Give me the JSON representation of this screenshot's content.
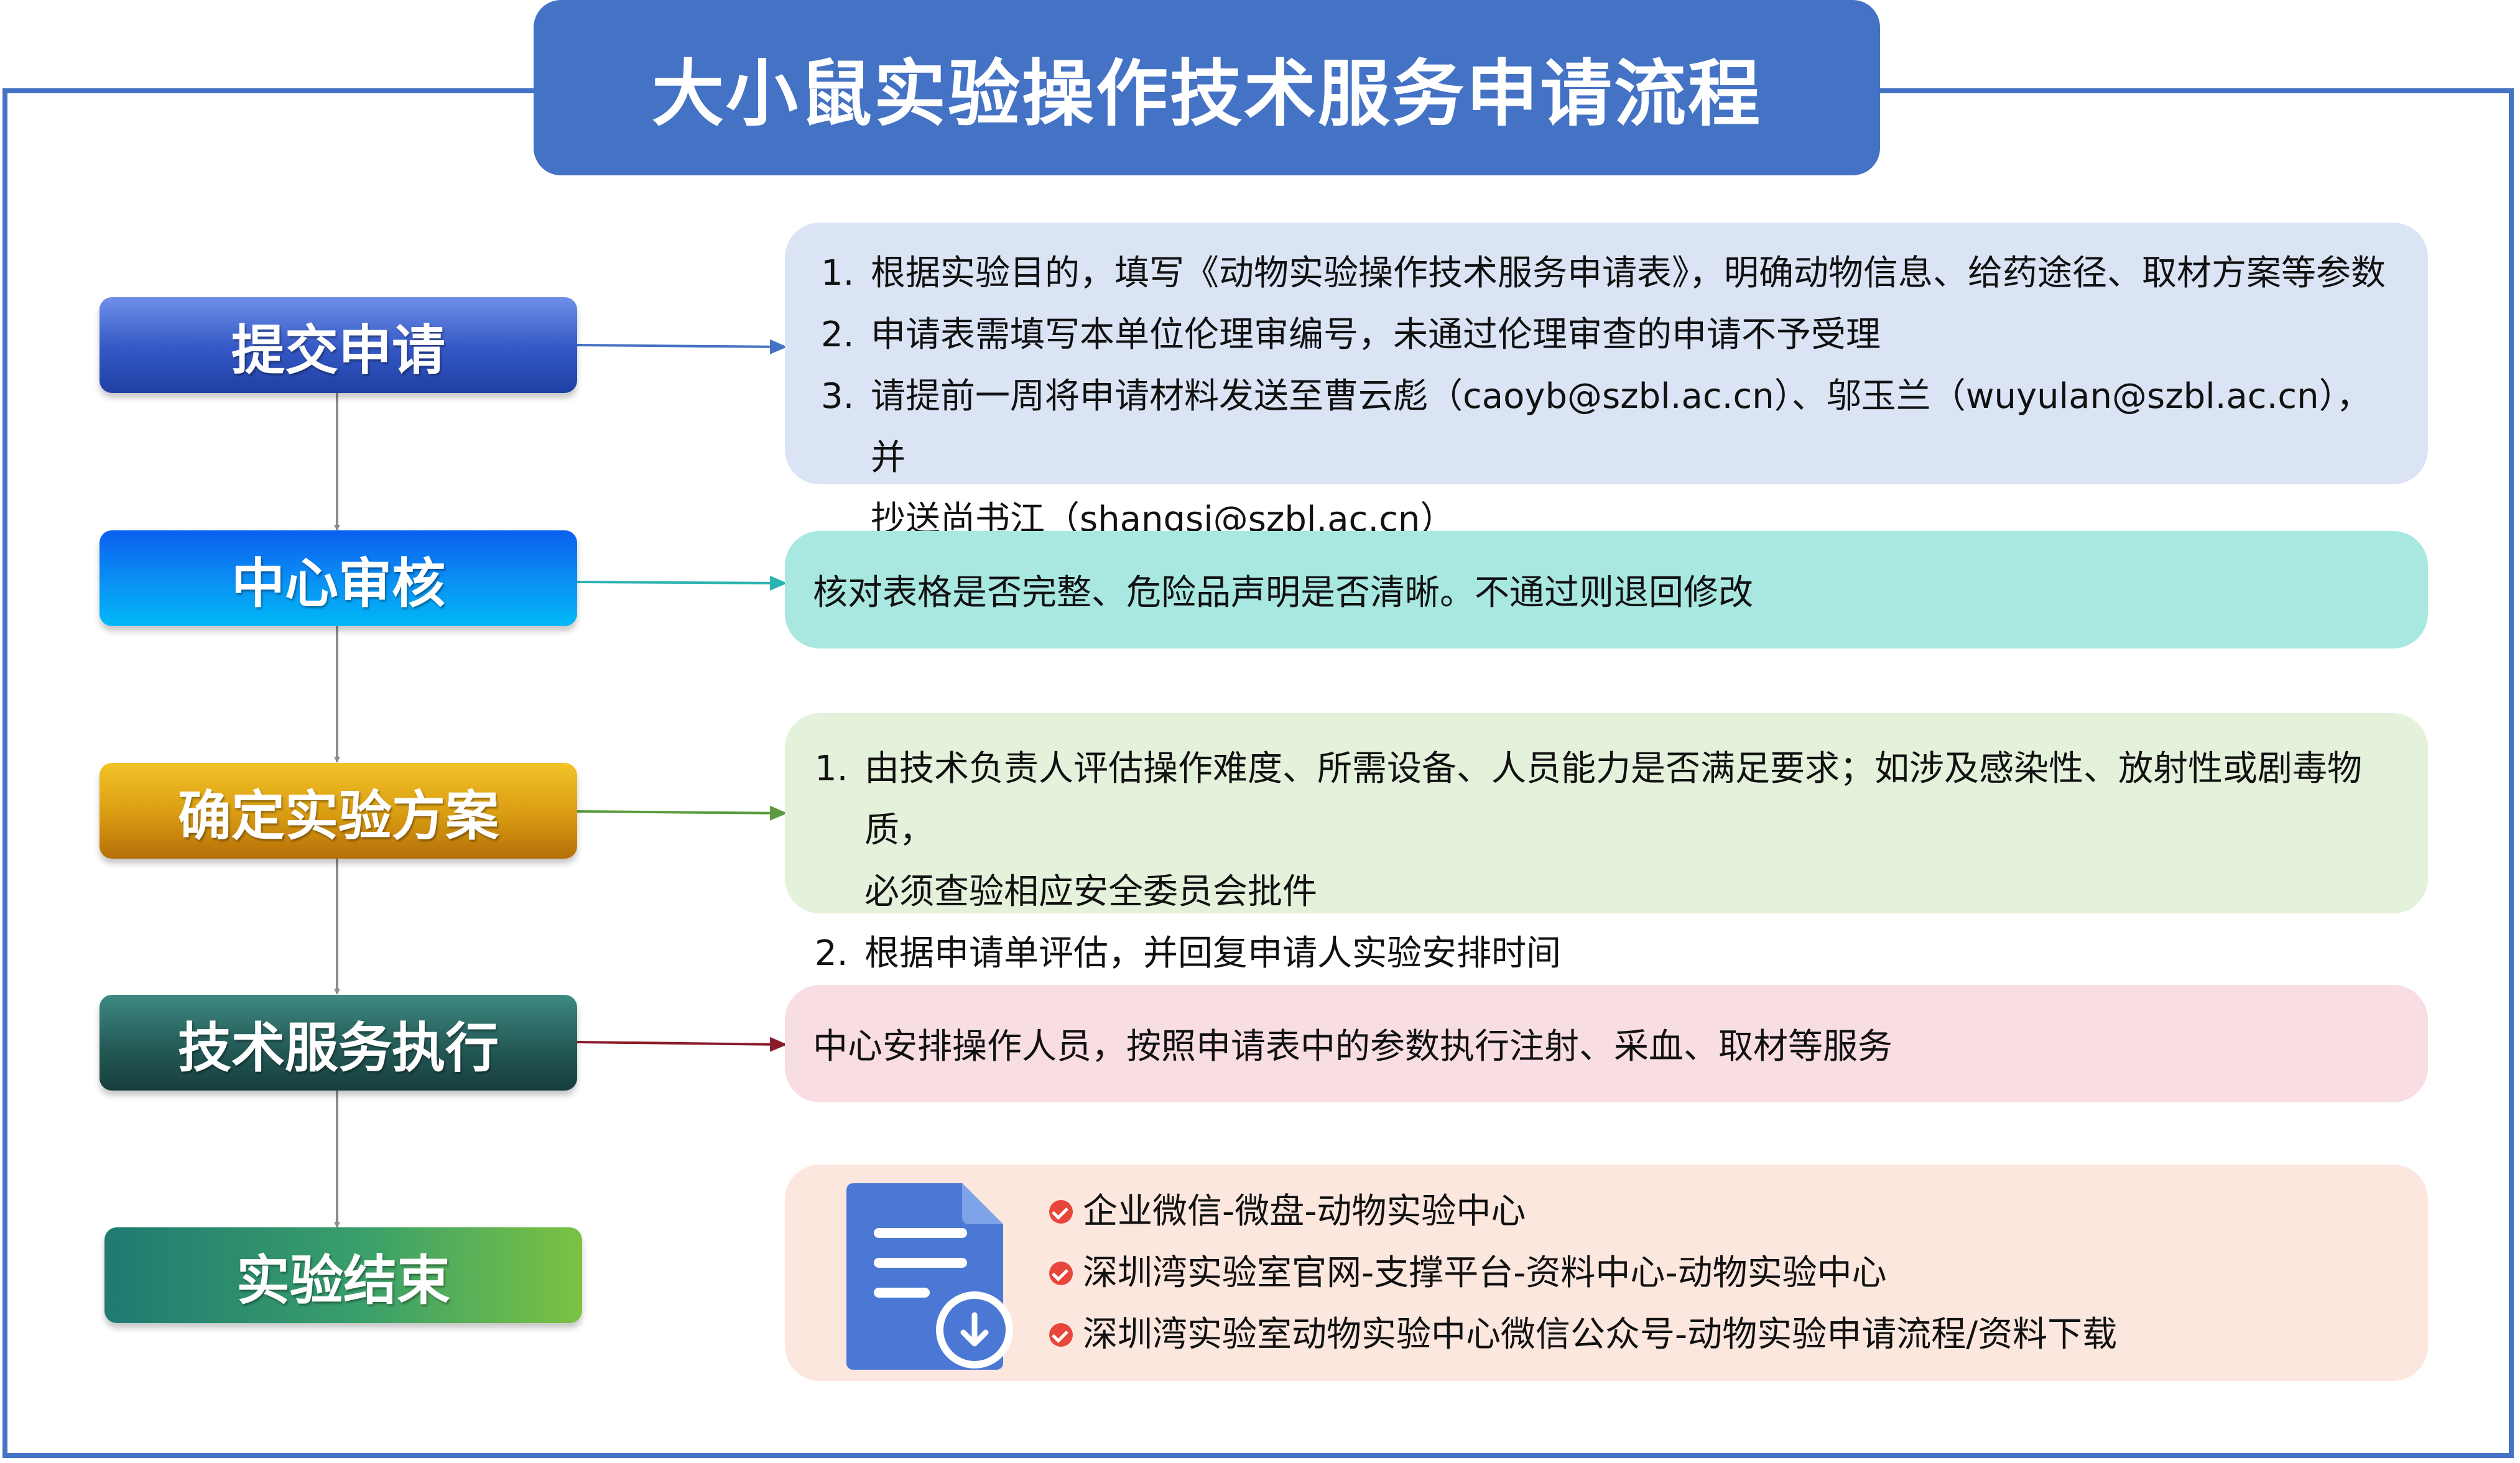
{
  "title": "大小鼠实验操作技术服务申请流程",
  "steps": [
    {
      "label": "提交申请"
    },
    {
      "label": "中心审核"
    },
    {
      "label": "确定实验方案"
    },
    {
      "label": "技术服务执行"
    },
    {
      "label": "实验结束"
    }
  ],
  "panel1": {
    "items": [
      {
        "num": "1.",
        "text": "根据实验目的，填写《动物实验操作技术服务申请表》，明确动物信息、给药途径、取材方案等参数"
      },
      {
        "num": "2.",
        "text": "申请表需填写本单位伦理审编号，未通过伦理审查的申请不予受理"
      },
      {
        "num": "3.",
        "text": "请提前一周将申请材料发送至曹云彪（caoyb@szbl.ac.cn）、邬玉兰（wuyulan@szbl.ac.cn），并"
      }
    ],
    "item3_cont": "抄送尚书江（shangsj@szbl.ac.cn）"
  },
  "panel2": {
    "text": "核对表格是否完整、危险品声明是否清晰。不通过则退回修改"
  },
  "panel3": {
    "item1": "由技术负责人评估操作难度、所需设备、人员能力是否满足要求；如涉及感染性、放射性或剧毒物质，",
    "item1_cont": "必须查验相应安全委员会批件",
    "item2": "根据申请单评估，并回复申请人实验安排时间",
    "num1": "1.",
    "num2": "2."
  },
  "panel4": {
    "text": "中心安排操作人员，按照申请表中的参数执行注射、采血、取材等服务"
  },
  "panel5": {
    "icon": "document-download-icon",
    "bullets": [
      "企业微信-微盘-动物实验中心",
      "深圳湾实验室官网-支撑平台-资料中心-动物实验中心",
      "深圳湾实验室动物实验中心微信公众号-动物实验申请流程/资料下载"
    ]
  },
  "colors": {
    "frame": "#4472c4",
    "arrow1": "#4472c4",
    "arrow2": "#2bb3b0",
    "arrow3": "#5a9a3c",
    "arrow4": "#8b1a2a",
    "vertical": "#8c8c8c"
  }
}
